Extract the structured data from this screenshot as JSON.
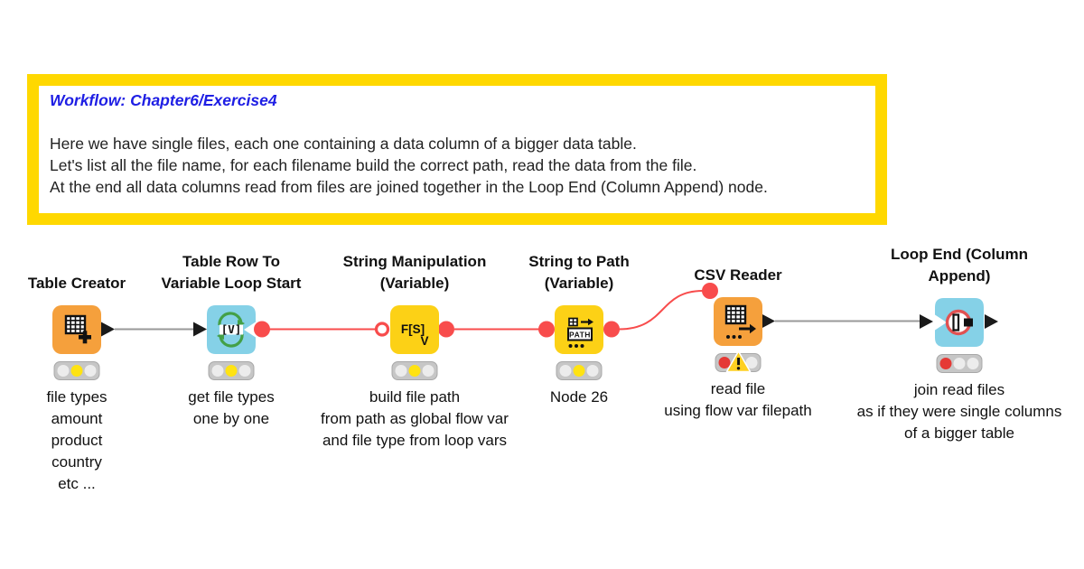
{
  "annotation": {
    "title": "Workflow: Chapter6/Exercise4",
    "body_lines": [
      "Here we have single files, each one containing a data column of a bigger data table.",
      "Let's list all the file name, for each filename build the correct path, read the data from the file.",
      "At the end all data columns read from files are joined together in the Loop End (Column Append) node."
    ],
    "border_color": "#FFD800",
    "title_color": "#1E1EE4"
  },
  "nodes": [
    {
      "name": "Table Creator",
      "title_lines": [
        "Table Creator"
      ],
      "desc_lines": [
        "file types",
        "amount",
        "product",
        "country",
        "etc ..."
      ],
      "color": "#F5A03C",
      "lights": [
        "off",
        "yellow",
        "off"
      ],
      "warning": false
    },
    {
      "name": "Table Row To Variable Loop Start",
      "title_lines": [
        "Table Row To",
        "Variable Loop Start"
      ],
      "desc_lines": [
        "get file types",
        "one by one"
      ],
      "color": "#85D1E7",
      "lights": [
        "off",
        "yellow",
        "off"
      ],
      "warning": false
    },
    {
      "name": "String Manipulation (Variable)",
      "title_lines": [
        "String Manipulation",
        "(Variable)"
      ],
      "desc_lines": [
        "build file path",
        "from path as global flow var",
        "and file type from loop vars"
      ],
      "color": "#FCD116",
      "lights": [
        "off",
        "yellow",
        "off"
      ],
      "warning": false,
      "icon_text_main": "F[S]",
      "icon_text_sub": "V"
    },
    {
      "name": "String to Path (Variable)",
      "title_lines": [
        "String to Path",
        "(Variable)"
      ],
      "desc_lines": [
        "Node 26"
      ],
      "color": "#FCD116",
      "lights": [
        "off",
        "yellow",
        "off"
      ],
      "warning": false,
      "icon_text_main": "PATH"
    },
    {
      "name": "CSV Reader",
      "title_lines": [
        "CSV Reader"
      ],
      "desc_lines": [
        "read file",
        "using flow var filepath"
      ],
      "color": "#F5A03C",
      "lights": [
        "red",
        "off",
        "off"
      ],
      "warning": true
    },
    {
      "name": "Loop End (Column Append)",
      "title_lines": [
        "Loop End (Column",
        "Append)"
      ],
      "desc_lines": [
        "join read files",
        "as if they were single columns",
        "of a bigger table"
      ],
      "color": "#85D1E7",
      "lights": [
        "red",
        "off",
        "off"
      ],
      "warning": false
    }
  ],
  "loop_start_icon_label": "[V]",
  "connections": [
    {
      "from": "Table Creator",
      "to": "Table Row To Variable Loop Start",
      "type": "data"
    },
    {
      "from": "Table Row To Variable Loop Start",
      "to": "String Manipulation (Variable)",
      "type": "flow-variable"
    },
    {
      "from": "String Manipulation (Variable)",
      "to": "String to Path (Variable)",
      "type": "flow-variable"
    },
    {
      "from": "String to Path (Variable)",
      "to": "CSV Reader",
      "type": "flow-variable"
    },
    {
      "from": "CSV Reader",
      "to": "Loop End (Column Append)",
      "type": "data"
    }
  ],
  "colors": {
    "node_orange": "#F5A03C",
    "node_cyan": "#85D1E7",
    "node_yellow": "#FCD116",
    "port_red": "#F84C4C",
    "line_gray": "#999999",
    "light_yellow": "#FFE312",
    "light_red": "#E53935",
    "warning_yellow": "#FFD021",
    "loop_arrow_green": "#43A047",
    "loop_end_ring_red": "#E05252"
  }
}
